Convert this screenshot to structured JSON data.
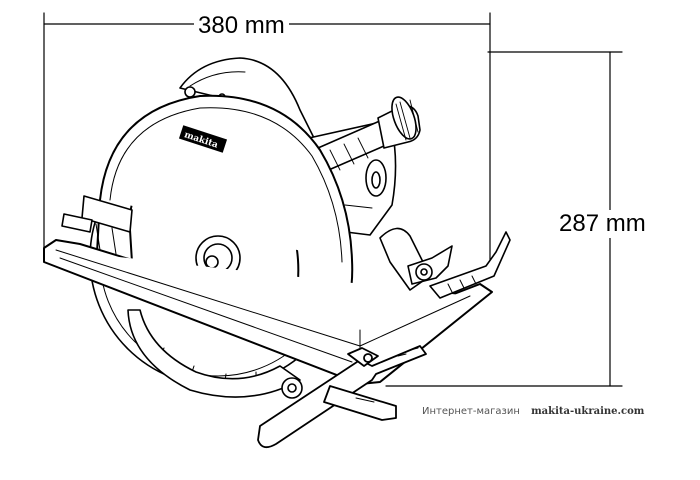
{
  "dimensions": {
    "width_label": "380 mm",
    "height_label": "287 mm"
  },
  "brand": {
    "logo_text": "makita"
  },
  "watermark": {
    "shop_label": "Интернет-магазин",
    "site": "makita-ukraine.com"
  }
}
